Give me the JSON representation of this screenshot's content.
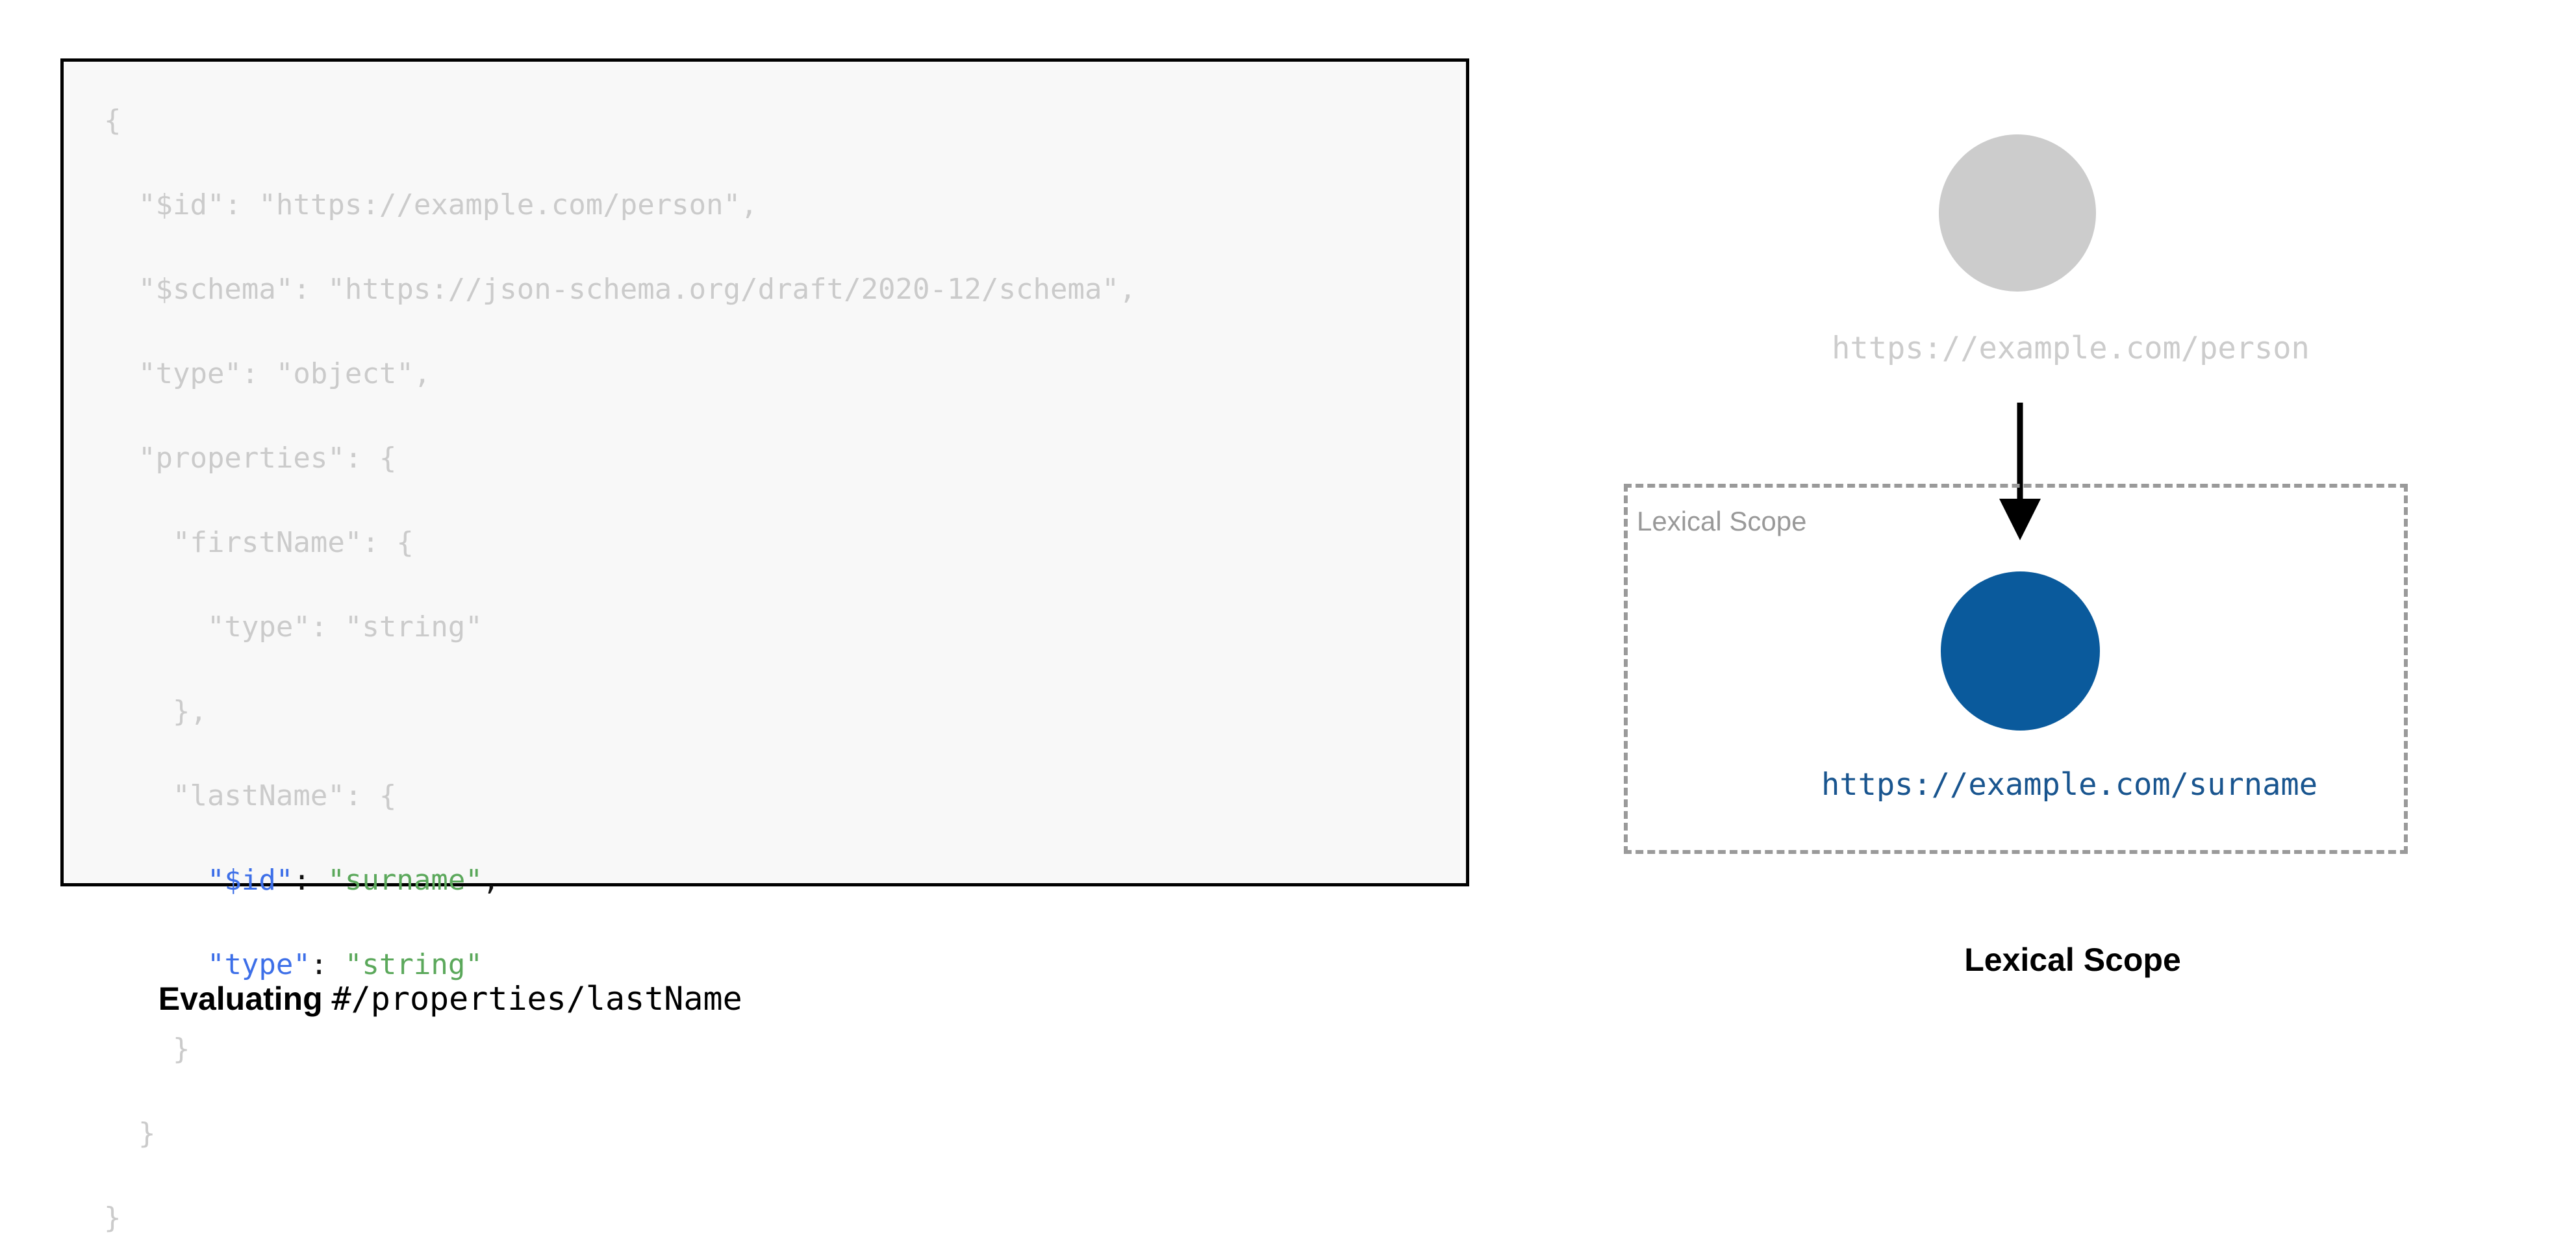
{
  "figure": {
    "left_caption": {
      "bold_text": "Evaluating ",
      "mono_text": "#/properties/lastName"
    },
    "right_caption": "Lexical Scope"
  },
  "code_panel": {
    "language": "json",
    "background": "#F8F8F8",
    "border_color": "#000000",
    "dim_color": "#CBCBCB",
    "key_color": "#3D6FE8",
    "string_color": "#5BA85B",
    "punctuation_color": "#111111",
    "lines": [
      {
        "highlighted": false,
        "text": "{"
      },
      {
        "highlighted": false,
        "text": "  \"$id\": \"https://example.com/person\","
      },
      {
        "highlighted": false,
        "text": "  \"$schema\": \"https://json-schema.org/draft/2020-12/schema\","
      },
      {
        "highlighted": false,
        "text": "  \"type\": \"object\","
      },
      {
        "highlighted": false,
        "text": "  \"properties\": {"
      },
      {
        "highlighted": false,
        "text": "    \"firstName\": {"
      },
      {
        "highlighted": false,
        "text": "      \"type\": \"string\""
      },
      {
        "highlighted": false,
        "text": "    },"
      },
      {
        "highlighted": false,
        "text": "    \"lastName\": {"
      },
      {
        "highlighted": true,
        "indent": "      ",
        "key": "\"$id\"",
        "colon": ": ",
        "value": "\"surname\"",
        "tail": ","
      },
      {
        "highlighted": true,
        "indent": "      ",
        "key": "\"type\"",
        "colon": ": ",
        "value": "\"string\"",
        "tail": ""
      },
      {
        "highlighted": false,
        "text": "    }"
      },
      {
        "highlighted": false,
        "text": "  }"
      },
      {
        "highlighted": false,
        "text": "}"
      }
    ]
  },
  "diagram": {
    "person_node": {
      "label": "https://example.com/person",
      "color": "#CCCCCC",
      "label_color": "#CCCCCC"
    },
    "surname_node": {
      "label": "https://example.com/surname",
      "color": "#0A5A9C",
      "label_color": "#19558F"
    },
    "scope_box": {
      "label": "Lexical Scope",
      "border_color": "#9A9A9A",
      "border_style": "dashed"
    },
    "arrow": {
      "color": "#000000",
      "direction": "down"
    }
  }
}
